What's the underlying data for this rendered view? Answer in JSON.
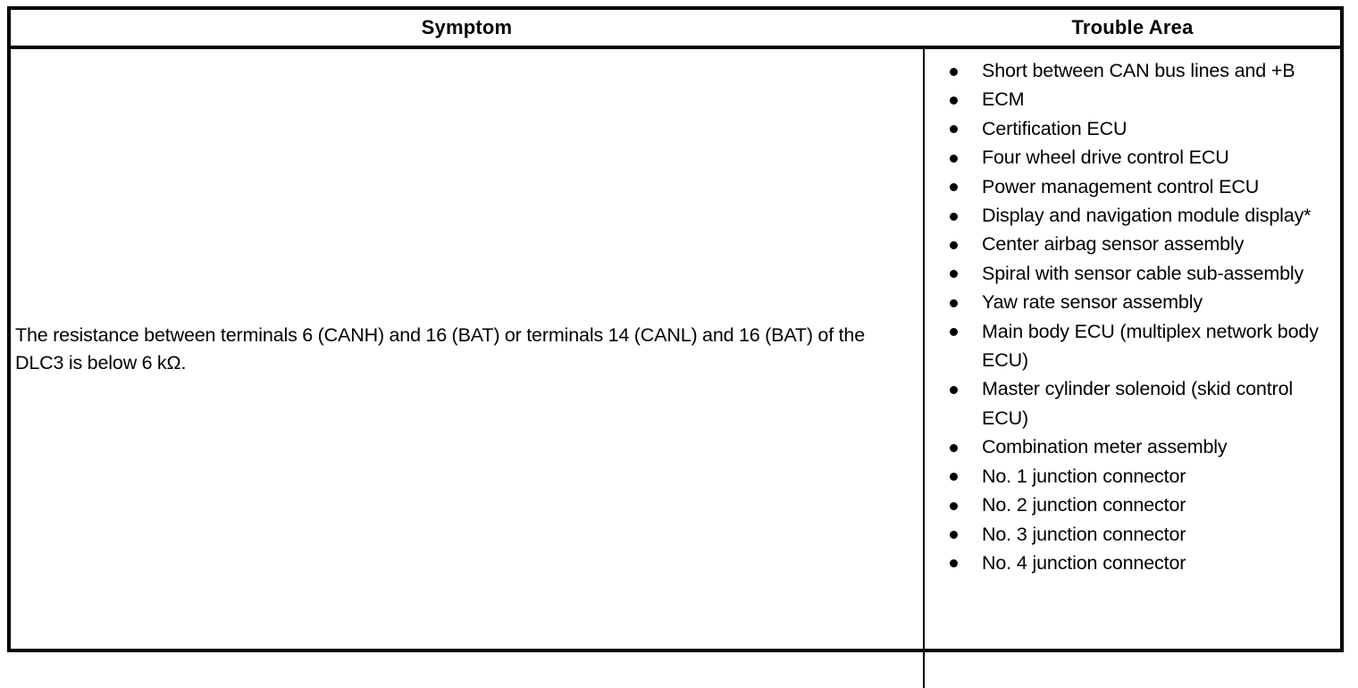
{
  "table": {
    "headers": {
      "symptom": "Symptom",
      "trouble_area": "Trouble Area"
    },
    "symptom": {
      "text": "The resistance between terminals 6 (CANH) and 16 (BAT) or terminals 14 (CANL) and 16 (BAT) of the DLC3 is below 6 kΩ."
    },
    "trouble_area": {
      "bullet_glyph": "•",
      "items": [
        {
          "label": "Short between CAN bus lines and +B"
        },
        {
          "label": "ECM"
        },
        {
          "label": "Certification ECU"
        },
        {
          "label": "Four wheel drive control ECU"
        },
        {
          "label": "Power management control ECU"
        },
        {
          "label": "Display and navigation module display*"
        },
        {
          "label": "Center airbag sensor assembly"
        },
        {
          "label": "Spiral with sensor cable sub-assembly"
        },
        {
          "label": "Yaw rate sensor assembly"
        },
        {
          "label": "Main body ECU (multiplex network body ECU)"
        },
        {
          "label": "Master cylinder solenoid (skid control ECU)"
        },
        {
          "label": "Combination meter assembly"
        },
        {
          "label": "No. 1 junction connector"
        },
        {
          "label": "No. 2 junction connector"
        },
        {
          "label": "No. 3 junction connector"
        },
        {
          "label": "No. 4 junction connector"
        }
      ]
    }
  },
  "colors": {
    "text": "#000000",
    "background": "#ffffff",
    "border": "#000000"
  }
}
